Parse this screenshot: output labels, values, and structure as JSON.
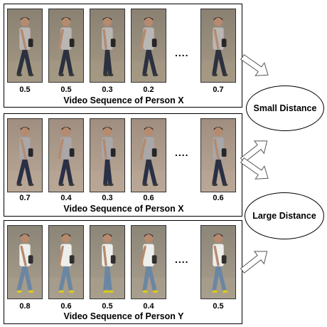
{
  "panels": [
    {
      "caption": "Video Sequence of Person X",
      "ellipsis": "....",
      "scores": [
        "0.5",
        "0.5",
        "0.3",
        "0.2",
        "0.7"
      ],
      "person": {
        "shirt": "#b9b6b4",
        "pants": "#2c3140",
        "shoes": "#3a3a3a",
        "skin": "#b58a6e",
        "bag": "#262626"
      },
      "bg": [
        "#8a8173",
        "#a59984"
      ]
    },
    {
      "caption": "Video Sequence of Person X",
      "ellipsis": "....",
      "scores": [
        "0.7",
        "0.4",
        "0.3",
        "0.6",
        "0.6"
      ],
      "person": {
        "shirt": "#a9a7a8",
        "pants": "#2a3045",
        "shoes": "#3a3a3a",
        "skin": "#b58a6e",
        "bag": "#262626"
      },
      "bg": [
        "#a08e80",
        "#b9a796"
      ]
    },
    {
      "caption": "Video Sequence of Person Y",
      "ellipsis": "....",
      "scores": [
        "0.8",
        "0.6",
        "0.5",
        "0.4",
        "0.5"
      ],
      "person": {
        "shirt": "#eeeeea",
        "pants": "#6b86a3",
        "shoes": "#d9c91d",
        "skin": "#b58a6e",
        "bag": "#2f2f2f"
      },
      "bg": [
        "#8c8678",
        "#a89e8d"
      ]
    }
  ],
  "decisions": {
    "small": "Small Distance",
    "large": "Large Distance"
  },
  "colors": {
    "arrow_fill": "#ffffff",
    "arrow_stroke": "#555555",
    "border": "#000000"
  }
}
